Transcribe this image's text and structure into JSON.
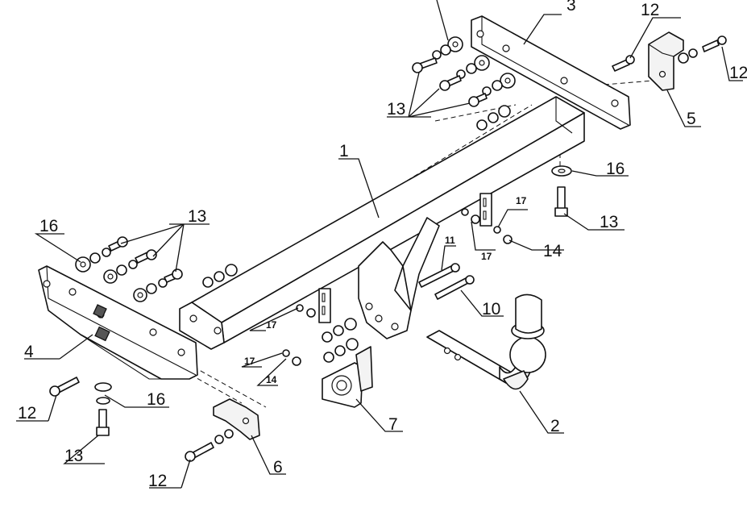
{
  "diagram": {
    "callouts": [
      {
        "id": "c1",
        "text": "1"
      },
      {
        "id": "c2",
        "text": "2"
      },
      {
        "id": "c3",
        "text": "3"
      },
      {
        "id": "c4",
        "text": "4"
      },
      {
        "id": "c5",
        "text": "5"
      },
      {
        "id": "c6",
        "text": "6"
      },
      {
        "id": "c7",
        "text": "7"
      },
      {
        "id": "c10",
        "text": "10"
      },
      {
        "id": "c11",
        "text": "11"
      },
      {
        "id": "c12a",
        "text": "12"
      },
      {
        "id": "c12b",
        "text": "12"
      },
      {
        "id": "c12c",
        "text": "12"
      },
      {
        "id": "c12d",
        "text": "12"
      },
      {
        "id": "c13a",
        "text": "13"
      },
      {
        "id": "c13b",
        "text": "13"
      },
      {
        "id": "c13c",
        "text": "13"
      },
      {
        "id": "c13d",
        "text": "13"
      },
      {
        "id": "c14a",
        "text": "14"
      },
      {
        "id": "c14b",
        "text": "14"
      },
      {
        "id": "c16a",
        "text": "16"
      },
      {
        "id": "c16b",
        "text": "16"
      },
      {
        "id": "c16c",
        "text": "16"
      },
      {
        "id": "c17a",
        "text": "17"
      },
      {
        "id": "c17b",
        "text": "17"
      },
      {
        "id": "c17c",
        "text": "17"
      },
      {
        "id": "c17d",
        "text": "17"
      }
    ]
  }
}
